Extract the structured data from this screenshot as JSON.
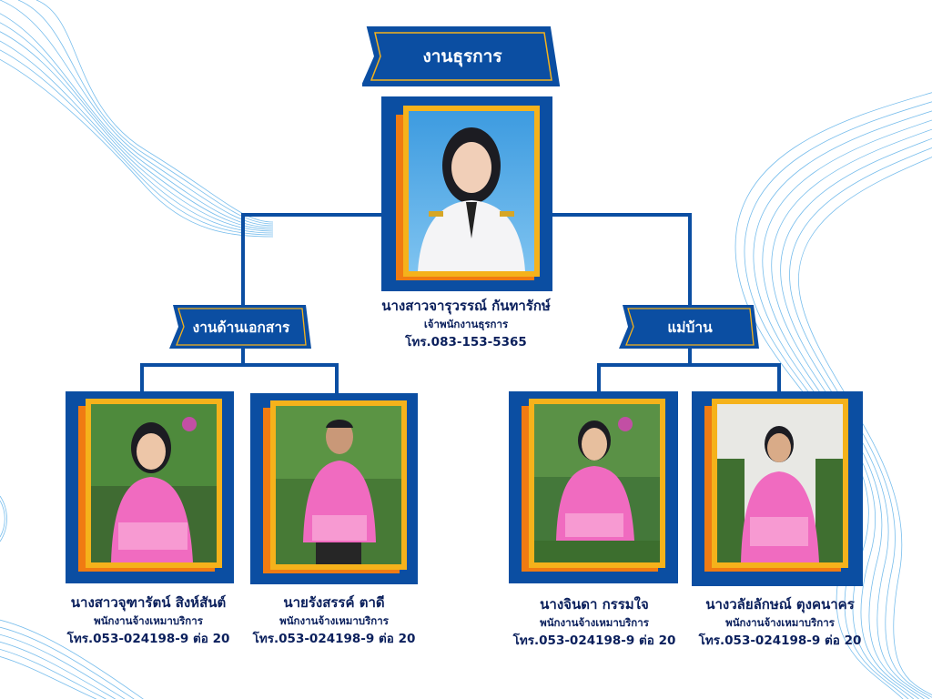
{
  "sections": {
    "top": "งานธุรการ",
    "left": "งานด้านเอกสาร",
    "right": "แม่บ้าน"
  },
  "people": [
    {
      "name": "นางสาวจารุวรรณ์  กันทารักษ์",
      "role": "เจ้าพนักงานธุรการ",
      "phone": "โทร.083-153-5365"
    },
    {
      "name": "นางสาวจุฑารัตน์  สิงห์สันต์",
      "role": "พนักงานจ้างเหมาบริการ",
      "phone": "โทร.053-024198-9 ต่อ 20"
    },
    {
      "name": "นายรังสรรค์  ตาดี",
      "role": "พนักงานจ้างเหมาบริการ",
      "phone": "โทร.053-024198-9 ต่อ 20"
    },
    {
      "name": "นางจินดา  กรรมใจ",
      "role": "พนักงานจ้างเหมาบริการ",
      "phone": "โทร.053-024198-9 ต่อ 20"
    },
    {
      "name": "นางวลัยลักษณ์ ตุงคนาคร",
      "role": "พนักงานจ้างเหมาบริการ",
      "phone": "โทร.053-024198-9 ต่อ 20"
    }
  ],
  "colors": {
    "navy": "#0b4ea2",
    "orange": "#f07b12",
    "gold": "#f5b21b",
    "text": "#0a1f5c",
    "wave": "#4aa7e6"
  }
}
